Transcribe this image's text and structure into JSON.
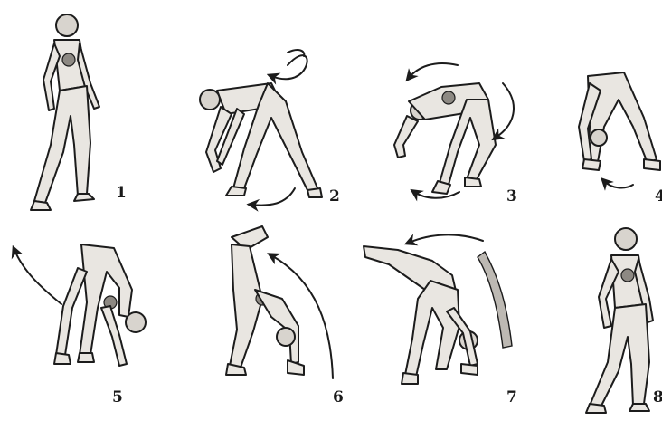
{
  "figures": [
    {
      "id": 1,
      "label": "1"
    },
    {
      "id": 2,
      "label": "2"
    },
    {
      "id": 3,
      "label": "3"
    },
    {
      "id": 4,
      "label": "4"
    },
    {
      "id": 5,
      "label": "5"
    },
    {
      "id": 6,
      "label": "6"
    },
    {
      "id": 7,
      "label": "7"
    },
    {
      "id": 8,
      "label": "8"
    }
  ],
  "colors": {
    "ink": "#1c1c1c",
    "fill": "#e9e6e1",
    "shade": "#bdb9b3",
    "background": "#ffffff"
  }
}
